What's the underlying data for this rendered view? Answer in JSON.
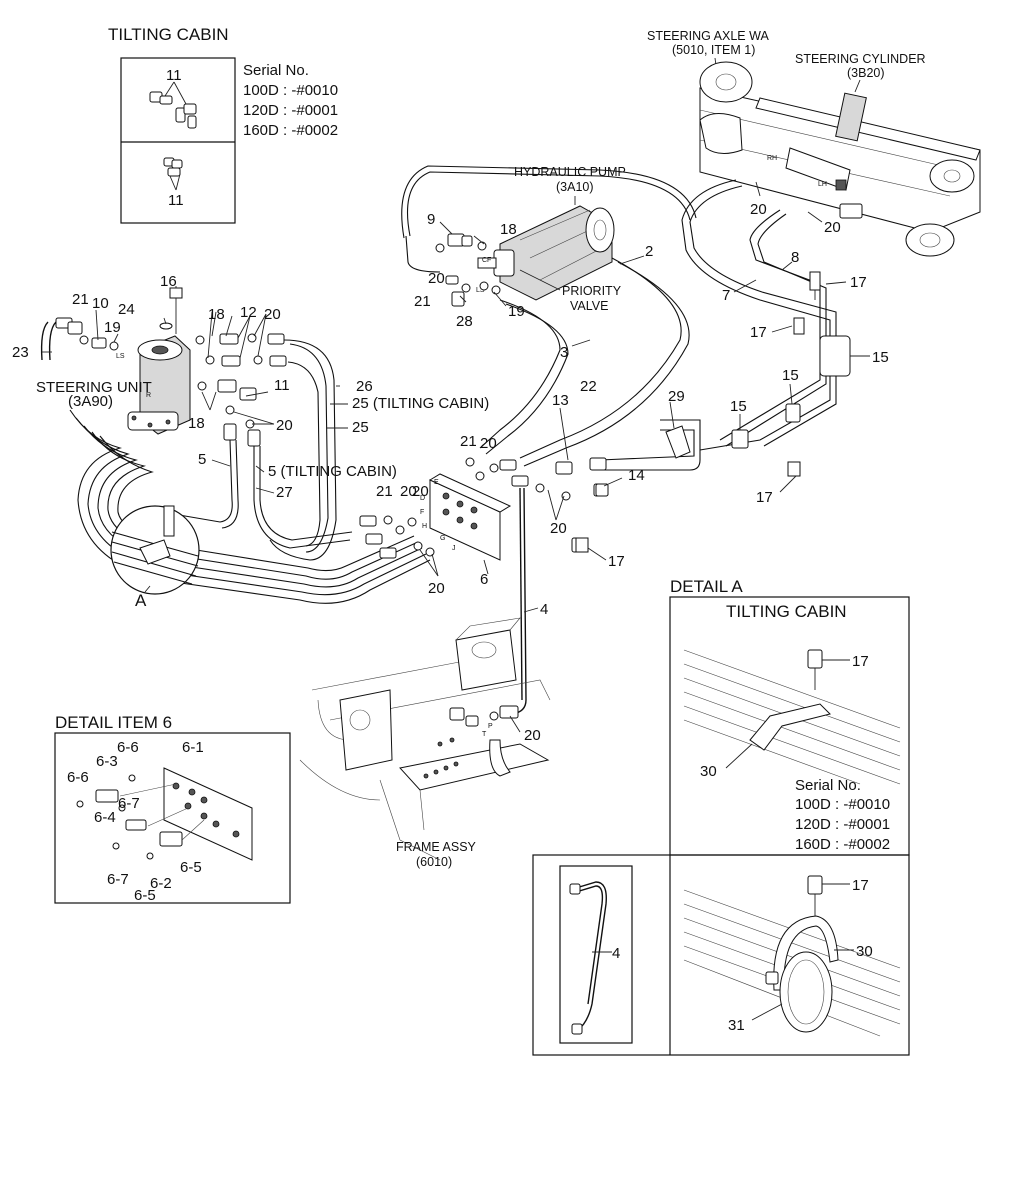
{
  "detail_tilting_top": {
    "title": "TILTING CABIN",
    "serial_title": "Serial No.",
    "serials": [
      "100D : -#0010",
      "120D : -#0001",
      "160D : -#0002"
    ],
    "callout_a": "11",
    "callout_b": "11"
  },
  "components": {
    "steering_axle": [
      "STEERING AXLE WA",
      "(5010, ITEM 1)"
    ],
    "steering_cylinder": [
      "STEERING CYLINDER",
      "(3B20)"
    ],
    "hydraulic_pump": [
      "HYDRAULIC PUMP",
      "(3A10)"
    ],
    "priority_valve": [
      "PRIORITY",
      "VALVE"
    ],
    "steering_unit": [
      "STEERING UNIT",
      "(3A90)"
    ],
    "frame_assy": [
      "FRAME ASSY",
      "(6010)"
    ]
  },
  "port_marks": {
    "cf": "CF",
    "ls_pump": "LS",
    "rh": "RH",
    "lh": "LH",
    "ls_unit": "LS",
    "r": "R",
    "p": "P",
    "t": "T",
    "d": "D",
    "e": "E",
    "f": "F",
    "h": "H",
    "g": "G",
    "j": "J"
  },
  "callouts": {
    "c2": "2",
    "c3": "3",
    "c4": "4",
    "c5": "5",
    "c5_tilt": "5 (TILTING CABIN)",
    "c6": "6",
    "c7": "7",
    "c8": "8",
    "c9": "9",
    "c10": "10",
    "c11": "11",
    "c12": "12",
    "c13": "13",
    "c14": "14",
    "c15a": "15",
    "c15b": "15",
    "c15c": "15",
    "c16": "16",
    "c17a": "17",
    "c17b": "17",
    "c17c": "17",
    "c17d": "17",
    "c18a": "18",
    "c18b": "18",
    "c18c": "18",
    "c19a": "19",
    "c19b": "19",
    "c20a": "20",
    "c20b": "20",
    "c20c": "20",
    "c20d": "20",
    "c20e": "20",
    "c20f": "20",
    "c20g": "20",
    "c20h": "20",
    "c20i": "20",
    "c20j": "20",
    "c20k": "20",
    "c21a": "21",
    "c21b": "21",
    "c21c": "21",
    "c21d": "21",
    "c22": "22",
    "c23": "23",
    "c24": "24",
    "c25": "25",
    "c25_tilt": "25 (TILTING CABIN)",
    "c26": "26",
    "c27": "27",
    "c28": "28",
    "c29": "29",
    "detail_ref": "A"
  },
  "detail_item6": {
    "title": "DETAIL ITEM 6",
    "labels": [
      "6-1",
      "6-2",
      "6-3",
      "6-4",
      "6-5",
      "6-5",
      "6-6",
      "6-6",
      "6-7",
      "6-7"
    ]
  },
  "detail_a": {
    "title": "DETAIL A",
    "subtitle": "TILTING CABIN",
    "callout_17": "17",
    "callout_30": "30",
    "serial_title": "Serial No.",
    "serials": [
      "100D : -#0010",
      "120D : -#0001",
      "160D : -#0002"
    ]
  },
  "detail_bottom": {
    "callout_4": "4",
    "callout_17": "17",
    "callout_30": "30",
    "callout_31": "31"
  }
}
